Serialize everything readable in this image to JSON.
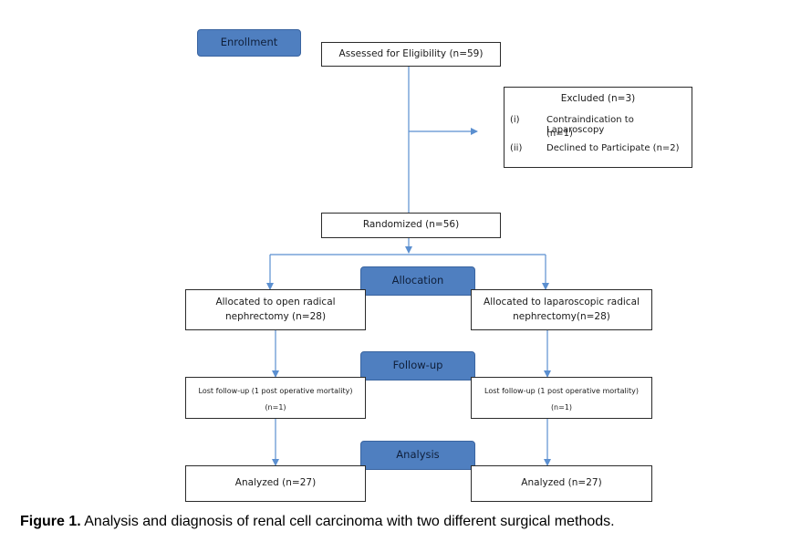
{
  "stages": {
    "enrollment": "Enrollment",
    "allocation": "Allocation",
    "followup": "Follow-up",
    "analysis": "Analysis"
  },
  "assessed": "Assessed for Eligibility (n=59)",
  "excluded": {
    "title": "Excluded (n=3)",
    "items": [
      {
        "num": "(i)",
        "text": "Contraindication to Laparoscopy",
        "text2": "(n=1)"
      },
      {
        "num": "(ii)",
        "text": "Declined to Participate (n=2)"
      }
    ]
  },
  "randomized": "Randomized (n=56)",
  "left": {
    "allocated_line1": "Allocated to open radical",
    "allocated_line2": "nephrectomy (n=28)",
    "lost_line1": "Lost follow-up  (1 post operative mortality)",
    "lost_line2": "(n=1)",
    "analyzed": "Analyzed (n=27)"
  },
  "right": {
    "allocated_line1": "Allocated to laparoscopic radical",
    "allocated_line2": "nephrectomy(n=28)",
    "lost_line1": "Lost follow-up  (1 post operative mortality)",
    "lost_line2": "(n=1)",
    "analyzed": "Analyzed (n=27)"
  },
  "caption": {
    "label": "Figure 1.",
    "text": " Analysis and diagnosis of renal cell carcinoma with two different surgical methods."
  },
  "colors": {
    "stage_fill": "#4f7fc0",
    "arrow": "#5b8fd0",
    "box_border": "#2b2b2b"
  }
}
